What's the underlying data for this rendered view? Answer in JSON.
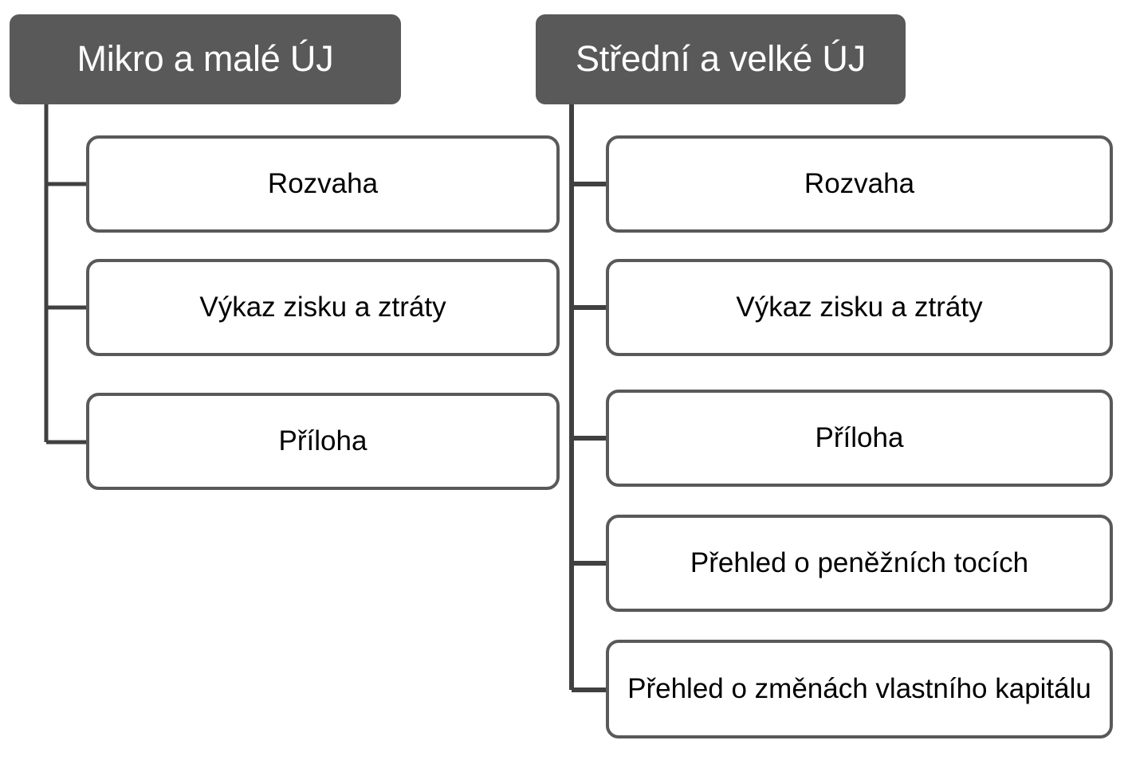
{
  "diagram": {
    "title_left": "Mikro a malé ÚJ",
    "title_right": "Střední a velké ÚJ",
    "colors": {
      "header_fill": "#595959",
      "header_text": "#ffffff",
      "box_border": "#595959",
      "box_fill": "#ffffff",
      "box_text": "#000000",
      "connector": "#404040",
      "background": "#ffffff"
    },
    "columns": [
      {
        "id": "mikro-a-male-uj",
        "header": "Mikro a malé ÚJ",
        "items": [
          {
            "label": "Rozvaha"
          },
          {
            "label": "Výkaz zisku a ztráty"
          },
          {
            "label": "Příloha"
          }
        ]
      },
      {
        "id": "stredni-a-velke-uj",
        "header": "Střední a velké ÚJ",
        "items": [
          {
            "label": "Rozvaha"
          },
          {
            "label": "Výkaz zisku a ztráty"
          },
          {
            "label": "Příloha"
          },
          {
            "label": "Přehled o peněžních tocích"
          },
          {
            "label": "Přehled o změnách vlastního kapitálu"
          }
        ]
      }
    ]
  }
}
